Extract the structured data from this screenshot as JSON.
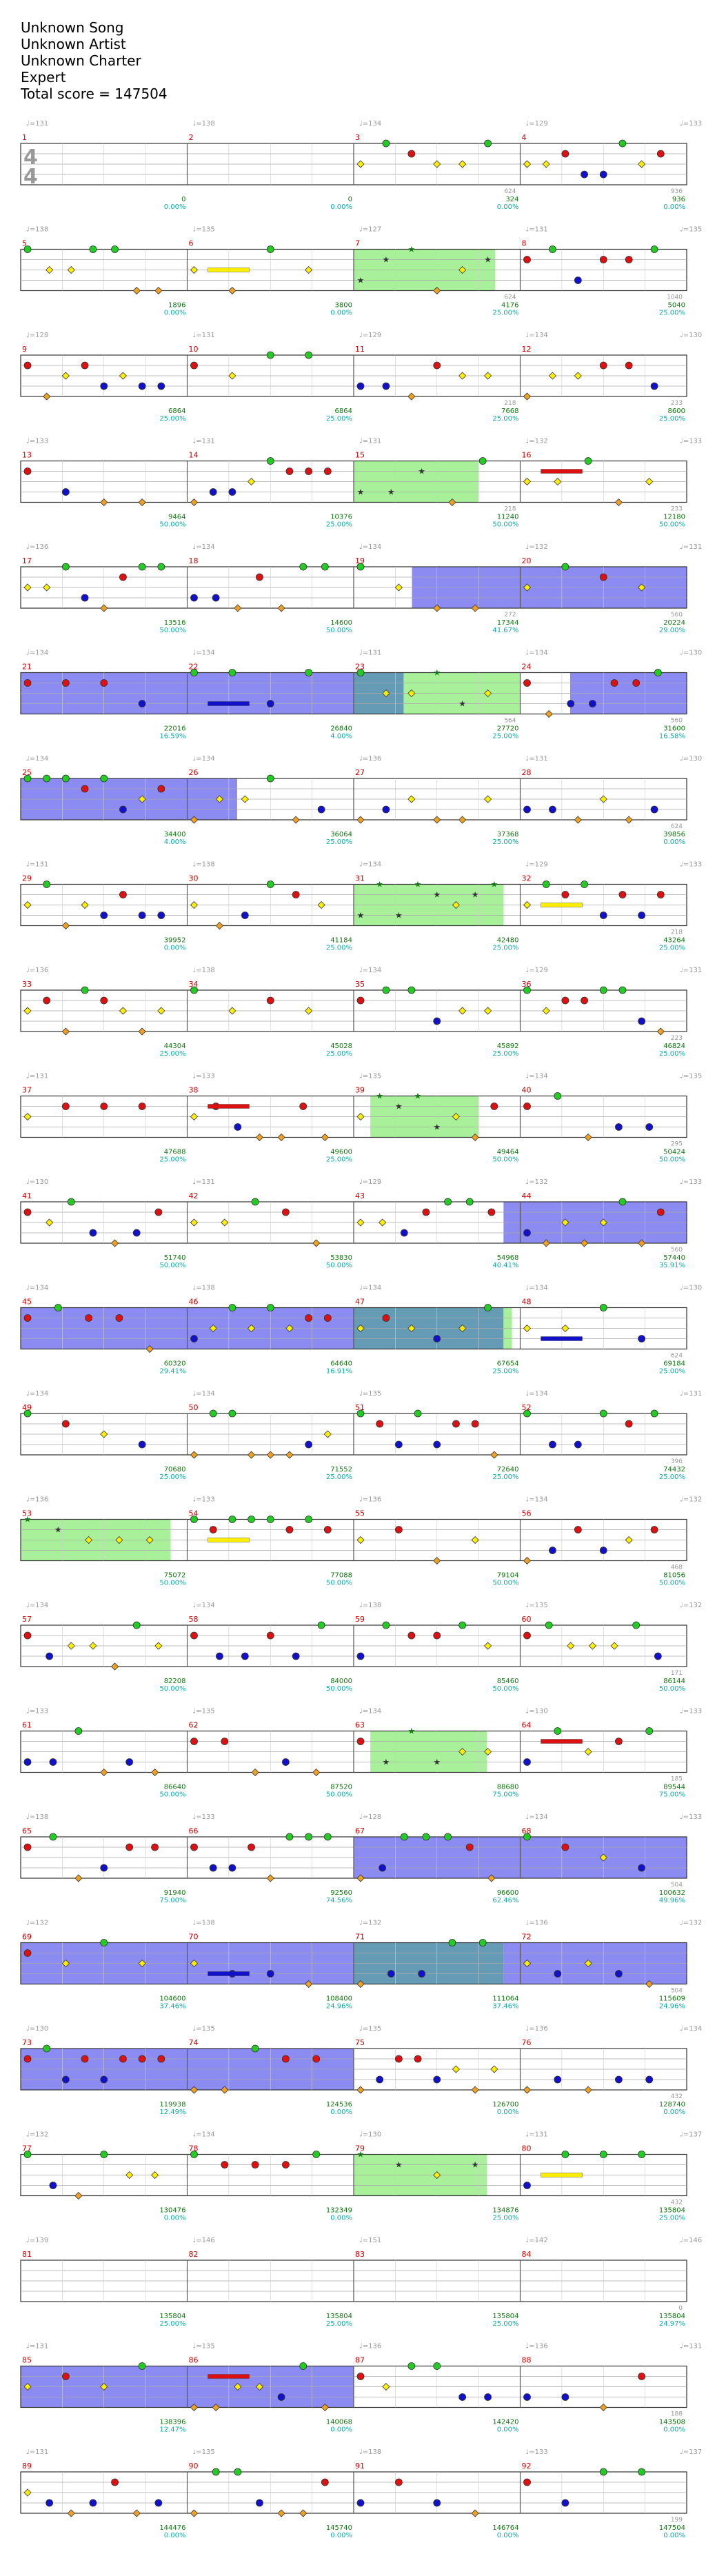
{
  "header": {
    "song": "Unknown Song",
    "artist": "Unknown Artist",
    "charter": "Unknown Charter",
    "difficulty": "Expert",
    "total_score": "Total score = 147504"
  },
  "time_signature": [
    "4",
    "4"
  ],
  "colors": {
    "green": "#22cc22",
    "red": "#dd1111",
    "yellow": "#ffee00",
    "blue": "#1111cc",
    "orange": "#f0a020",
    "starpower": "#99ee88",
    "solo": "#7777ee",
    "overlap": "#4a8aa8",
    "measure_number": "#cc0000",
    "bpm": "#999999",
    "score": "#117711",
    "percent": "#11aaaa"
  },
  "rows": [
    {
      "measures": [
        "1",
        "2",
        "3",
        "4"
      ],
      "bpms": [
        "♩=131",
        "♩=138",
        "♩=134",
        "♩=129",
        "♩=133"
      ],
      "tl": [
        "",
        "",
        "",
        "624",
        "",
        "936"
      ],
      "scores": [
        "0",
        "0",
        "324",
        "936"
      ],
      "pcts": [
        "0.00%",
        "0.00%",
        "0.00%",
        "0.00%"
      ]
    },
    {
      "measures": [
        "5",
        "6",
        "7",
        "8"
      ],
      "bpms": [
        "♩=138",
        "♩=135",
        "♩=127",
        "♩=131",
        "♩=135"
      ],
      "tl": [
        "",
        "",
        "",
        "624",
        "",
        "1040"
      ],
      "scores": [
        "1896",
        "3800",
        "4176",
        "5040"
      ],
      "pcts": [
        "0.00%",
        "0.00%",
        "25.00%",
        "25.00%"
      ]
    },
    {
      "measures": [
        "9",
        "10",
        "11",
        "12"
      ],
      "bpms": [
        "♩=128",
        "♩=131",
        "♩=129",
        "♩=134",
        "♩=130"
      ],
      "tl": [
        "",
        "",
        "",
        "218",
        "",
        "233"
      ],
      "scores": [
        "6864",
        "6864",
        "7668",
        "8600"
      ],
      "pcts": [
        "25.00%",
        "25.00%",
        "25.00%",
        "25.00%"
      ]
    },
    {
      "measures": [
        "13",
        "14",
        "15",
        "16"
      ],
      "bpms": [
        "♩=133",
        "♩=131",
        "♩=131",
        "♩=132",
        "♩=133"
      ],
      "tl": [
        "",
        "",
        "",
        "218",
        "",
        "233"
      ],
      "scores": [
        "9464",
        "10376",
        "11240",
        "12180"
      ],
      "pcts": [
        "50.00%",
        "25.00%",
        "50.00%",
        "50.00%"
      ]
    },
    {
      "measures": [
        "17",
        "18",
        "19",
        "20"
      ],
      "bpms": [
        "♩=136",
        "♩=134",
        "♩=134",
        "♩=132",
        "♩=131"
      ],
      "tl": [
        "",
        "",
        "",
        "272",
        "",
        "560"
      ],
      "scores": [
        "13516",
        "14600",
        "17344",
        "20224"
      ],
      "pcts": [
        "50.00%",
        "50.00%",
        "41.67%",
        "29.00%"
      ]
    },
    {
      "measures": [
        "21",
        "22",
        "23",
        "24"
      ],
      "bpms": [
        "♩=134",
        "♩=134",
        "♩=131",
        "♩=134",
        "♩=130"
      ],
      "tl": [
        "",
        "",
        "",
        "564",
        "",
        "560"
      ],
      "scores": [
        "22016",
        "26840",
        "27720",
        "31600"
      ],
      "pcts": [
        "16.59%",
        "4.00%",
        "25.00%",
        "16.58%"
      ]
    },
    {
      "measures": [
        "25",
        "26",
        "27",
        "28"
      ],
      "bpms": [
        "♩=134",
        "♩=134",
        "♩=136",
        "♩=131",
        "♩=130"
      ],
      "tl": [
        "",
        "",
        "",
        "",
        "",
        "624"
      ],
      "scores": [
        "34400",
        "36064",
        "37368",
        "39856"
      ],
      "pcts": [
        "4.00%",
        "25.00%",
        "25.00%",
        "0.00%"
      ]
    },
    {
      "measures": [
        "29",
        "30",
        "31",
        "32"
      ],
      "bpms": [
        "♩=131",
        "♩=138",
        "♩=134",
        "♩=129",
        "♩=133"
      ],
      "tl": [
        "",
        "",
        "",
        "",
        "",
        "218"
      ],
      "scores": [
        "39952",
        "41184",
        "42480",
        "43264"
      ],
      "pcts": [
        "0.00%",
        "25.00%",
        "25.00%",
        "25.00%"
      ]
    },
    {
      "measures": [
        "33",
        "34",
        "35",
        "36"
      ],
      "bpms": [
        "♩=136",
        "♩=138",
        "♩=134",
        "♩=129",
        "♩=131"
      ],
      "tl": [
        "",
        "",
        "",
        "",
        "",
        "223"
      ],
      "scores": [
        "44304",
        "45028",
        "45892",
        "46824"
      ],
      "pcts": [
        "25.00%",
        "25.00%",
        "25.00%",
        "25.00%"
      ]
    },
    {
      "measures": [
        "37",
        "38",
        "39",
        "40"
      ],
      "bpms": [
        "♩=131",
        "♩=133",
        "♩=135",
        "♩=134",
        "♩=135"
      ],
      "tl": [
        "",
        "",
        "",
        "",
        "",
        "295"
      ],
      "scores": [
        "47688",
        "49600",
        "49464",
        "50424"
      ],
      "pcts": [
        "25.00%",
        "25.00%",
        "50.00%",
        "50.00%"
      ]
    },
    {
      "measures": [
        "41",
        "42",
        "43",
        "44"
      ],
      "bpms": [
        "♩=130",
        "♩=131",
        "♩=129",
        "♩=132",
        "♩=133"
      ],
      "tl": [
        "",
        "",
        "",
        "",
        "",
        "560"
      ],
      "scores": [
        "51740",
        "53830",
        "54968",
        "57440"
      ],
      "pcts": [
        "50.00%",
        "50.00%",
        "40.41%",
        "35.91%"
      ]
    },
    {
      "measures": [
        "45",
        "46",
        "47",
        "48"
      ],
      "bpms": [
        "♩=134",
        "♩=138",
        "♩=134",
        "♩=134",
        "♩=130"
      ],
      "tl": [
        "",
        "",
        "",
        "",
        "",
        "624"
      ],
      "scores": [
        "60320",
        "64640",
        "67654",
        "69184"
      ],
      "pcts": [
        "29.41%",
        "16.91%",
        "25.00%",
        "25.00%"
      ]
    },
    {
      "measures": [
        "49",
        "50",
        "51",
        "52"
      ],
      "bpms": [
        "♩=134",
        "♩=134",
        "♩=135",
        "♩=134",
        "♩=131"
      ],
      "tl": [
        "",
        "",
        "",
        "",
        "",
        "396"
      ],
      "scores": [
        "70680",
        "71552",
        "72640",
        "74432"
      ],
      "pcts": [
        "25.00%",
        "25.00%",
        "25.00%",
        "25.00%"
      ]
    },
    {
      "measures": [
        "53",
        "54",
        "55",
        "56"
      ],
      "bpms": [
        "♩=136",
        "♩=133",
        "♩=136",
        "♩=134",
        "♩=132"
      ],
      "tl": [
        "",
        "",
        "",
        "",
        "",
        "468"
      ],
      "scores": [
        "75072",
        "77088",
        "79104",
        "81056"
      ],
      "pcts": [
        "50.00%",
        "50.00%",
        "50.00%",
        "50.00%"
      ]
    },
    {
      "measures": [
        "57",
        "58",
        "59",
        "60"
      ],
      "bpms": [
        "♩=134",
        "♩=134",
        "♩=138",
        "♩=135",
        "♩=132"
      ],
      "tl": [
        "",
        "",
        "",
        "",
        "",
        "171"
      ],
      "scores": [
        "82208",
        "84000",
        "85460",
        "86144"
      ],
      "pcts": [
        "50.00%",
        "50.00%",
        "50.00%",
        "50.00%"
      ]
    },
    {
      "measures": [
        "61",
        "62",
        "63",
        "64"
      ],
      "bpms": [
        "♩=133",
        "♩=135",
        "♩=134",
        "♩=130",
        "♩=133"
      ],
      "tl": [
        "",
        "",
        "",
        "",
        "",
        "185"
      ],
      "scores": [
        "86640",
        "87520",
        "88680",
        "89544"
      ],
      "pcts": [
        "50.00%",
        "50.00%",
        "75.00%",
        "75.00%"
      ]
    },
    {
      "measures": [
        "65",
        "66",
        "67",
        "68"
      ],
      "bpms": [
        "♩=138",
        "♩=133",
        "♩=128",
        "♩=134",
        "♩=133"
      ],
      "tl": [
        "",
        "",
        "",
        "",
        "",
        "504"
      ],
      "scores": [
        "91940",
        "92560",
        "96600",
        "100632"
      ],
      "pcts": [
        "75.00%",
        "74.56%",
        "62.46%",
        "49.96%"
      ]
    },
    {
      "measures": [
        "69",
        "70",
        "71",
        "72"
      ],
      "bpms": [
        "♩=132",
        "♩=138",
        "♩=132",
        "♩=136",
        "♩=132"
      ],
      "tl": [
        "",
        "",
        "",
        "",
        "",
        "504"
      ],
      "scores": [
        "104600",
        "108400",
        "111064",
        "115609"
      ],
      "pcts": [
        "37.46%",
        "24.96%",
        "37.46%",
        "24.96%"
      ]
    },
    {
      "measures": [
        "73",
        "74",
        "75",
        "76"
      ],
      "bpms": [
        "♩=130",
        "♩=135",
        "♩=135",
        "♩=136",
        "♩=134"
      ],
      "tl": [
        "",
        "",
        "",
        "",
        "",
        "432"
      ],
      "scores": [
        "119938",
        "124536",
        "126700",
        "128740"
      ],
      "pcts": [
        "12.49%",
        "0.00%",
        "0.00%",
        "0.00%"
      ]
    },
    {
      "measures": [
        "77",
        "78",
        "79",
        "80"
      ],
      "bpms": [
        "♩=132",
        "♩=134",
        "♩=130",
        "♩=131",
        "♩=137"
      ],
      "tl": [
        "",
        "",
        "",
        "",
        "",
        "432"
      ],
      "scores": [
        "130476",
        "132349",
        "134876",
        "135804"
      ],
      "pcts": [
        "0.00%",
        "0.00%",
        "25.00%",
        "25.00%"
      ]
    },
    {
      "measures": [
        "81",
        "82",
        "83",
        "84"
      ],
      "bpms": [
        "♩=139",
        "♩=146",
        "♩=151",
        "♩=142",
        "♩=146"
      ],
      "tl": [
        "",
        "",
        "",
        "",
        "",
        "0"
      ],
      "scores": [
        "135804",
        "135804",
        "135804",
        "135804"
      ],
      "pcts": [
        "25.00%",
        "25.00%",
        "25.00%",
        "24.97%"
      ]
    },
    {
      "measures": [
        "85",
        "86",
        "87",
        "88"
      ],
      "bpms": [
        "♩=131",
        "♩=135",
        "♩=136",
        "♩=136",
        "♩=131"
      ],
      "tl": [
        "",
        "",
        "",
        "",
        "",
        "188"
      ],
      "scores": [
        "138396",
        "140068",
        "142420",
        "143508"
      ],
      "pcts": [
        "12.47%",
        "0.00%",
        "0.00%",
        "0.00%"
      ]
    },
    {
      "measures": [
        "89",
        "90",
        "91",
        "92"
      ],
      "bpms": [
        "♩=131",
        "♩=135",
        "♩=138",
        "♩=133",
        "♩=137"
      ],
      "tl": [
        "",
        "",
        "",
        "",
        "",
        "199"
      ],
      "scores": [
        "144476",
        "145740",
        "146764",
        "147504"
      ],
      "pcts": [
        "0.00%",
        "0.00%",
        "0.00%",
        "0.00%"
      ]
    }
  ]
}
